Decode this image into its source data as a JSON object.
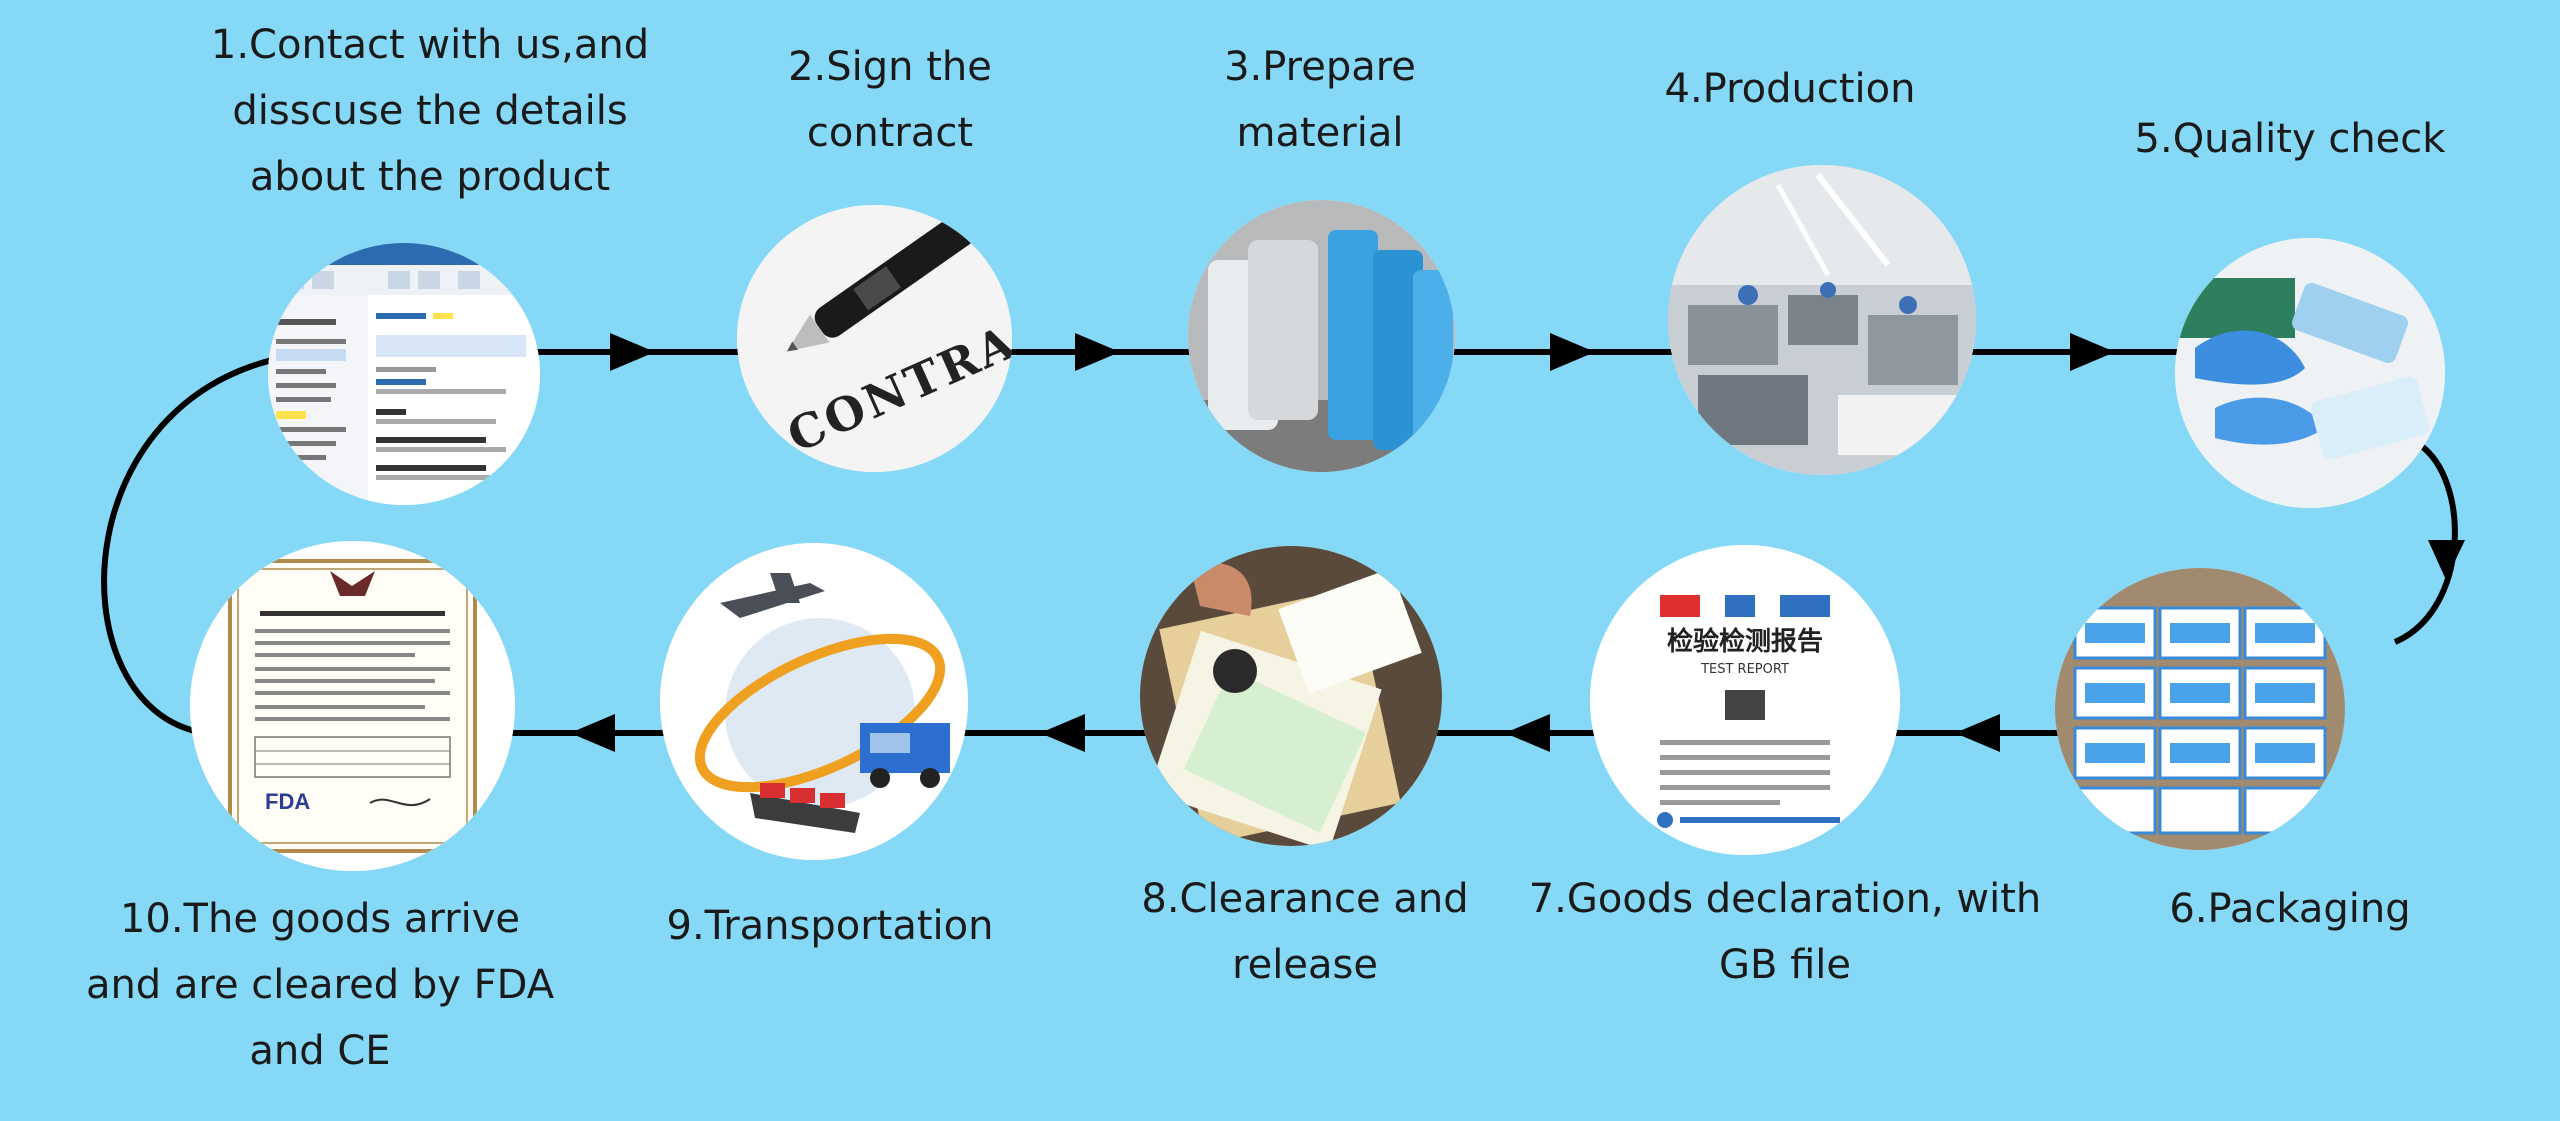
{
  "steps": [
    {
      "n": 1,
      "label_lines": [
        "1.Contact with us,and",
        "disscuse the details",
        "about the product"
      ],
      "image": "email-inbox-screenshot"
    },
    {
      "n": 2,
      "label_lines": [
        "2.Sign the",
        "contract"
      ],
      "image": "pen-on-contract",
      "image_text": "CONTRACT"
    },
    {
      "n": 3,
      "label_lines": [
        "3.Prepare",
        "material"
      ],
      "image": "material-rolls"
    },
    {
      "n": 4,
      "label_lines": [
        "4.Production"
      ],
      "image": "factory-production-line"
    },
    {
      "n": 5,
      "label_lines": [
        "5.Quality check"
      ],
      "image": "gloved-hands-inspecting-masks"
    },
    {
      "n": 6,
      "label_lines": [
        "6.Packaging"
      ],
      "image": "boxed-masks"
    },
    {
      "n": 7,
      "label_lines": [
        "7.Goods declaration, with",
        "GB file"
      ],
      "image": "test-report-document",
      "image_text": [
        "检验检测报告",
        "TEST REPORT"
      ]
    },
    {
      "n": 8,
      "label_lines": [
        "8.Clearance and",
        "release"
      ],
      "image": "stamping-documents"
    },
    {
      "n": 9,
      "label_lines": [
        "9.Transportation"
      ],
      "image": "plane-truck-ship-globe"
    },
    {
      "n": 10,
      "label_lines": [
        "10.The goods arrive",
        "and are cleared by FDA",
        "and CE"
      ],
      "image": "fda-certificate",
      "image_text": "FDA"
    }
  ],
  "colors": {
    "background": "#86d8f7",
    "line": "#000000",
    "text": "#1a1a1a"
  }
}
